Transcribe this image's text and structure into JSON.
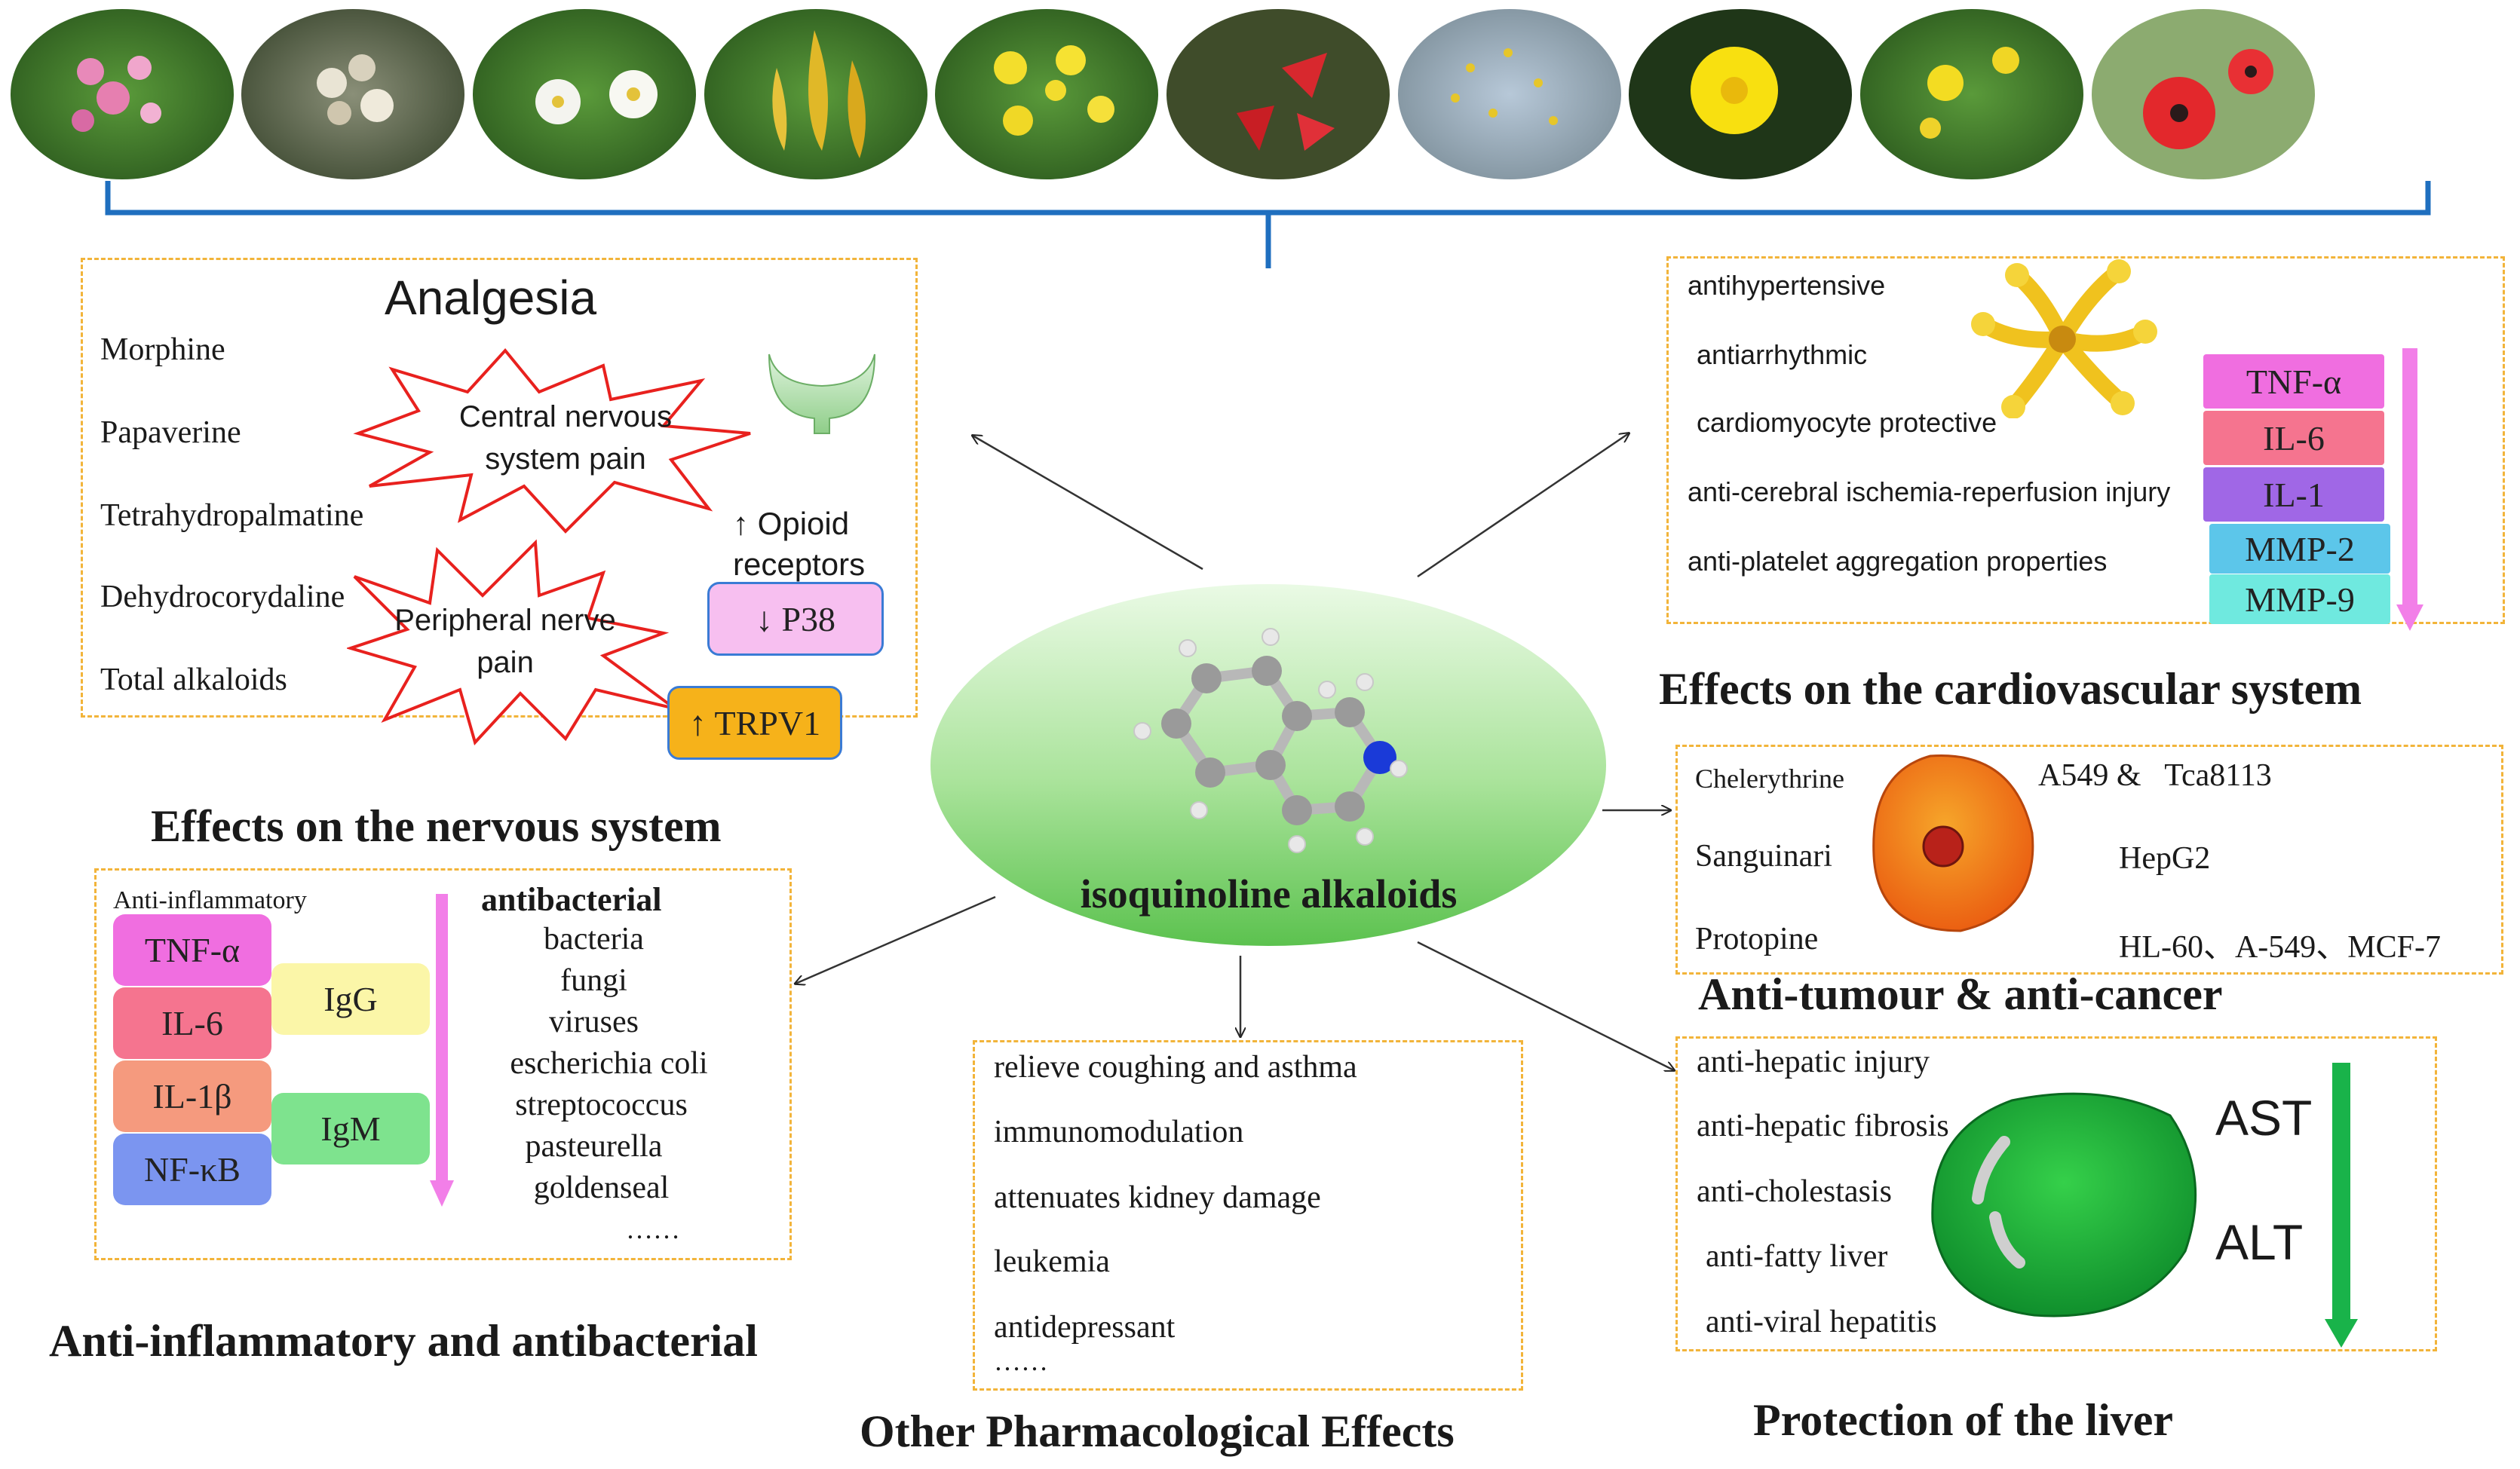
{
  "center": {
    "title": "isoquinoline alkaloids"
  },
  "nervous": {
    "heading": "Effects on the nervous system",
    "box_title": "Analgesia",
    "compounds": [
      "Morphine",
      "Papaverine",
      "Tetrahydropalmatine",
      "Dehydrocorydaline",
      "Total alkaloids"
    ],
    "central_pain": "Central nervous system pain",
    "peripheral_pain": "Peripheral nerve pain",
    "opioid": "↑ Opioid receptors",
    "p38": "↓ P38",
    "trpv1": "↑ TRPV1"
  },
  "cardio": {
    "heading": "Effects on the cardiovascular system",
    "effects": [
      "antihypertensive",
      "antiarrhythmic",
      "cardiomyocyte protective",
      "anti-cerebral ischemia-reperfusion injury",
      "anti-platelet aggregation properties"
    ],
    "markers": [
      {
        "label": "TNF-α",
        "color": "#f06ee0"
      },
      {
        "label": "IL-6",
        "color": "#f5748f"
      },
      {
        "label": "IL-1",
        "color": "#a067e6"
      },
      {
        "label": "MMP-2",
        "color": "#5cc6ea"
      },
      {
        "label": "MMP-9",
        "color": "#6fe9df"
      }
    ]
  },
  "tumour": {
    "heading": "Anti-tumour & anti-cancer",
    "compounds": [
      "Chelerythrine",
      "Sanguinari",
      "Protopine"
    ],
    "cells": [
      "A549 &   Tca8113",
      "HepG2",
      "HL-60、A-549、MCF-7"
    ]
  },
  "liver": {
    "heading": "Protection of the liver",
    "effects": [
      "anti-hepatic injury",
      "anti-hepatic fibrosis",
      "anti-cholestasis",
      "anti-fatty liver",
      "anti-viral hepatitis"
    ],
    "markers": [
      "AST",
      "ALT"
    ]
  },
  "other": {
    "heading": "Other Pharmacological Effects",
    "effects": [
      "relieve coughing and asthma",
      "immunomodulation",
      "attenuates kidney damage",
      "leukemia",
      "antidepressant"
    ],
    "ellipsis": "……"
  },
  "inflam": {
    "heading": "Anti-inflammatory and antibacterial",
    "label": "Anti-inflammatory",
    "markers": [
      {
        "label": "TNF-α",
        "color": "#f06ee0"
      },
      {
        "label": "IL-6",
        "color": "#f5748f"
      },
      {
        "label": "IL-1β",
        "color": "#f59a7e"
      },
      {
        "label": "NF-κB",
        "color": "#7b95f0"
      }
    ],
    "igg": "IgG",
    "igm": "IgM",
    "antibacterial_title": "antibacterial",
    "antibacterial_items": [
      "bacteria",
      "fungi",
      "viruses",
      "escherichia coli",
      "streptococcus",
      "pasteurella",
      "goldenseal"
    ],
    "ellipsis": "……"
  },
  "colors": {
    "dashed_border": "#f2b43a",
    "bracket": "#1f6fbf",
    "arrow_pink": "#f27fe8",
    "arrow_green": "#19b34a"
  },
  "icons": [
    "plant-photo",
    "molecule-icon",
    "receptor-icon",
    "platelet-icon",
    "tumour-cell-icon",
    "liver-cell-icon"
  ]
}
